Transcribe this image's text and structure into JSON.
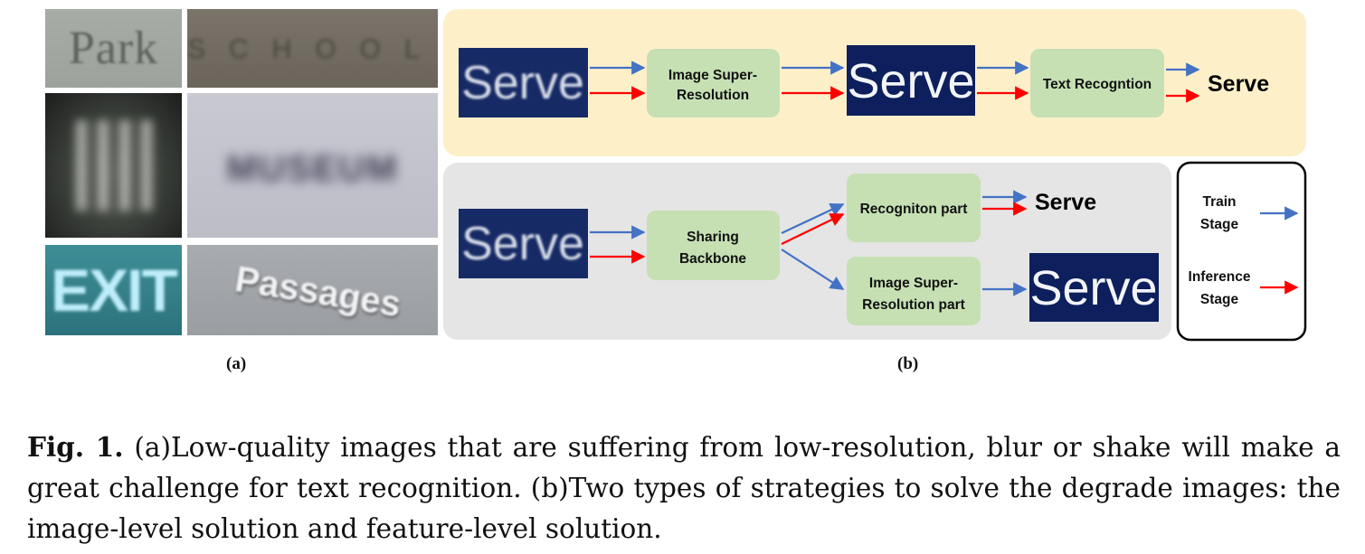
{
  "figure": {
    "panel_a": {
      "label": "(a)",
      "tiles": [
        "Park",
        "SCHOOL",
        "",
        "MUSEUM",
        "EXIT",
        "Passages"
      ]
    },
    "panel_b": {
      "label": "(b)",
      "top_flow": {
        "input_word": "Serve",
        "sr_box": "Image Super-Resolution",
        "sr_word": "Serve",
        "tr_box": "Text Recogntion",
        "output": "Serve"
      },
      "bottom_flow": {
        "input_word": "Serve",
        "backbone": "Sharing Backbone",
        "recog_part": "Recogniton part",
        "recog_output": "Serve",
        "sr_part": "Image Super-Resolution part",
        "sr_output_word": "Serve"
      },
      "legend": {
        "train": "Train Stage",
        "inference": "Inference Stage",
        "train_color": "#4472c4",
        "inference_color": "#ff0000"
      }
    },
    "caption": {
      "prefix": "Fig. 1.",
      "text": "(a)Low-quality images that are suffering from low-resolution, blur or shake will make a great challenge for text recognition. (b)Two types of strategies to solve the degrade images: the image-level solution and feature-level solution."
    }
  }
}
